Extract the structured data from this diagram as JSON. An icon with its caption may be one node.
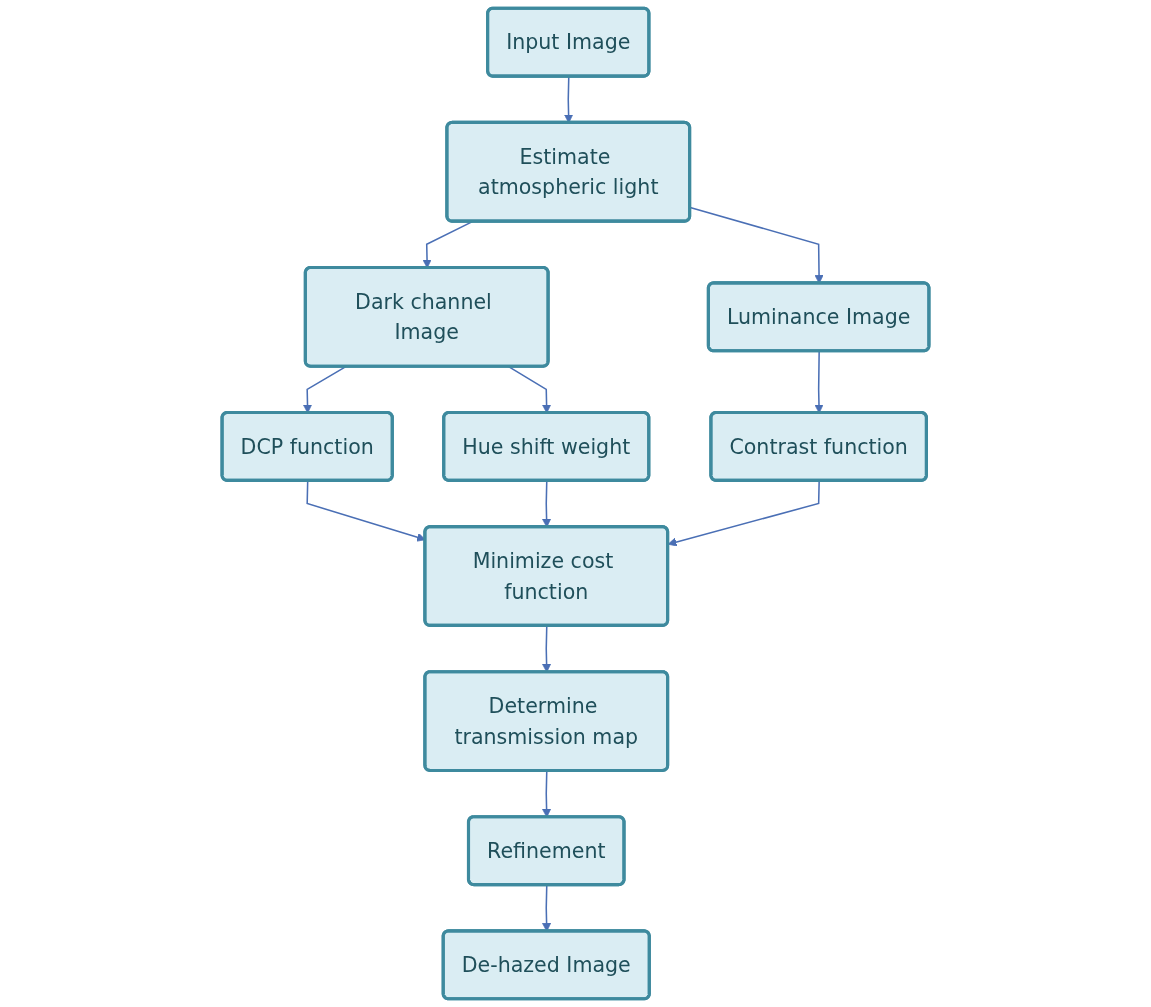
{
  "diagram": {
    "nodes": [
      {
        "text": [
          "Input Image"
        ]
      },
      {
        "text": [
          "Estimate atmospheric light"
        ]
      },
      {
        "text": [
          "Dark channel Image"
        ]
      },
      {
        "text": [
          "Luminance Image"
        ]
      },
      {
        "text": [
          "DCP function"
        ]
      },
      {
        "text": [
          "Contrast function"
        ]
      },
      {
        "text": [
          "Hue shift weight"
        ]
      },
      {
        "text": [
          "Minimize cost function"
        ]
      },
      {
        "text": [
          "Determine transmission map"
        ]
      },
      {
        "text": [
          "Refinement"
        ]
      },
      {
        "text": [
          "De-hazed Image"
        ]
      }
    ],
    "edges": [
      {
        "from": 0,
        "to": 1,
        "arrow": "to"
      },
      {
        "from": 1,
        "to": 2,
        "arrow": "to"
      },
      {
        "from": 1,
        "to": 3,
        "arrow": "to"
      },
      {
        "from": 2,
        "to": 4,
        "arrow": "to"
      },
      {
        "from": 3,
        "to": 5,
        "arrow": "to"
      },
      {
        "from": 2,
        "to": 6,
        "arrow": "to"
      },
      {
        "from": 4,
        "to": 7,
        "arrow": "to"
      },
      {
        "from": 5,
        "to": 7,
        "arrow": "to"
      },
      {
        "from": 6,
        "to": 7,
        "arrow": "to"
      },
      {
        "from": 7,
        "to": 8,
        "arrow": "to"
      },
      {
        "from": 8,
        "to": 9,
        "arrow": "to"
      },
      {
        "from": 9,
        "to": 10,
        "arrow": "to"
      }
    ]
  }
}
